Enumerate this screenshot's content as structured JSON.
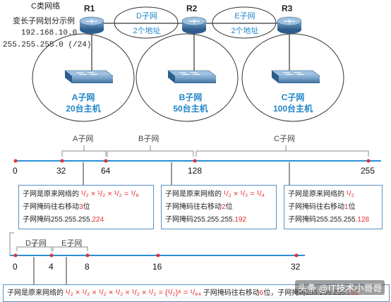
{
  "header": {
    "line1": "C类网络",
    "line2": "变长子网划分示例",
    "ip": "192.168.10.0",
    "mask": "255.255.255.0 (/24)"
  },
  "routers": [
    "R1",
    "R2",
    "R3"
  ],
  "links": {
    "d": {
      "name": "D子网",
      "desc": "2个地址"
    },
    "e": {
      "name": "E子网",
      "desc": "2个地址"
    }
  },
  "lans": {
    "a": {
      "name": "A子网",
      "desc": "20台主机"
    },
    "b": {
      "name": "B子网",
      "desc": "50台主机"
    },
    "c": {
      "name": "C子网",
      "desc": "100台主机"
    }
  },
  "axis1": {
    "ticks": [
      "0",
      "32",
      "64",
      "128",
      "255"
    ],
    "braces": [
      "A子网",
      "B子网",
      "C子网"
    ]
  },
  "axis2": {
    "ticks": [
      "0",
      "4",
      "8",
      "16",
      "32"
    ],
    "braces": [
      "D子网",
      "E子网"
    ]
  },
  "boxes": {
    "a": {
      "l1_pre": "子网是原来网络的",
      "l2_pre": "子网掩码往右移动",
      "l2_num": "3",
      "l2_post": "位",
      "l3_pre": "子网掩码255.255.255.",
      "l3_num": "224"
    },
    "b": {
      "l1_pre": "子网是原来网络的",
      "l2_pre": "子网掩码往右移动",
      "l2_num": "2",
      "l2_post": "位",
      "l3_pre": "子网掩码255.255.255.",
      "l3_num": "192"
    },
    "c": {
      "l1_pre": "子网是原来网络的",
      "l2_pre": "子网掩码往右移动",
      "l2_num": "1",
      "l2_post": "位",
      "l3_pre": "子网掩码255.255.255.",
      "l3_num": "128"
    },
    "d": {
      "pre": "子网是原来网络的",
      "mid": "子网掩码往右移动",
      "num": "6",
      "post": "位，子网掩码255.255.255.",
      "mask_end": "252"
    }
  },
  "watermark": "头条 @IT技术小哥哥",
  "colors": {
    "accent": "#1f86c9",
    "red": "#e52b2b",
    "axis": "#2b8fd6"
  }
}
